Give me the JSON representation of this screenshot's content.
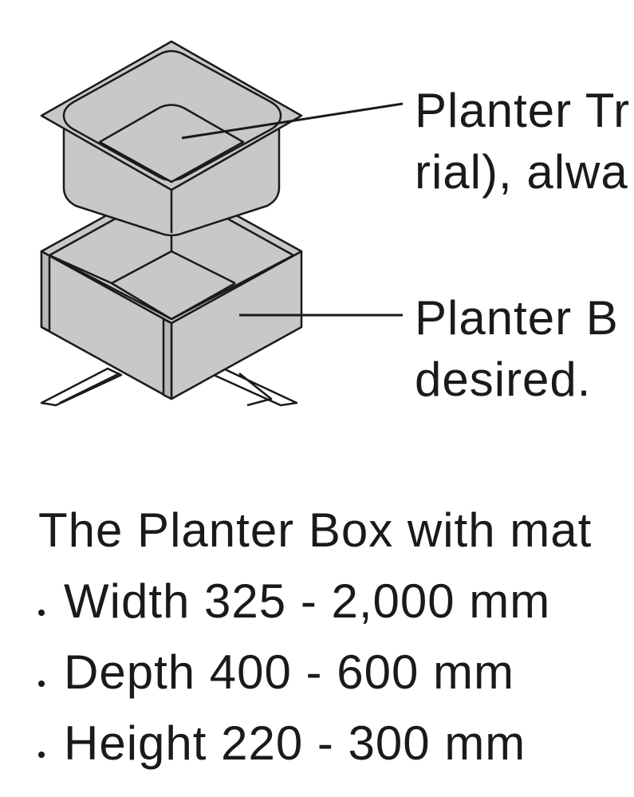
{
  "callouts": {
    "tray_line1": "Planter Tr",
    "tray_line2": "rial), alwa",
    "box_line1": "Planter B",
    "box_line2": "desired."
  },
  "specs": {
    "intro": "The Planter Box with mat",
    "items": [
      "Width 325 - 2,000 mm",
      "Depth 400 - 600 mm",
      "Height 220 - 300 mm"
    ]
  },
  "colors": {
    "fill": "#c8c8c8",
    "stroke": "#1a1a1a"
  }
}
